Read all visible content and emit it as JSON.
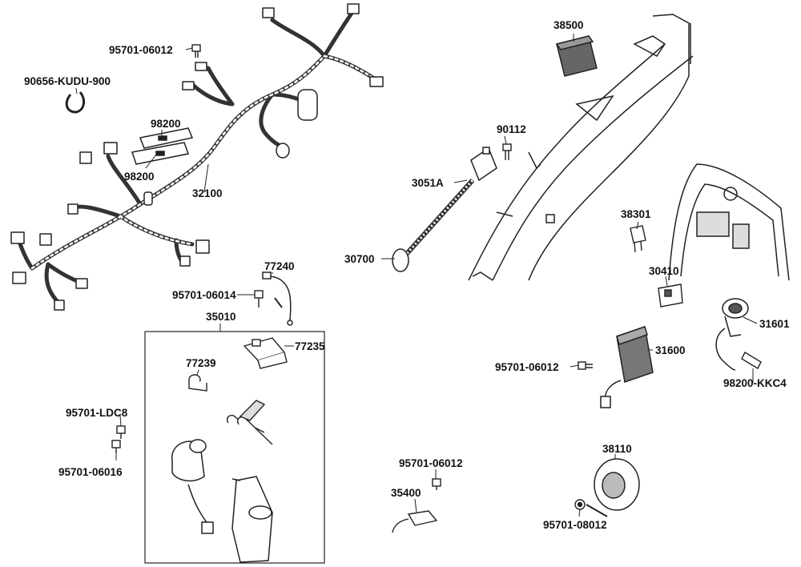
{
  "diagram": {
    "part_labels": [
      {
        "id": "p38500",
        "text": "38500"
      },
      {
        "id": "p95701_06012_a",
        "text": "95701-06012"
      },
      {
        "id": "p90656",
        "text": "90656-KUDU-900"
      },
      {
        "id": "p98200_a",
        "text": "98200"
      },
      {
        "id": "p98200_b",
        "text": "98200"
      },
      {
        "id": "p32100",
        "text": "32100"
      },
      {
        "id": "p90112",
        "text": "90112"
      },
      {
        "id": "p3051A",
        "text": "3051A"
      },
      {
        "id": "p30700",
        "text": "30700"
      },
      {
        "id": "p38301",
        "text": "38301"
      },
      {
        "id": "p30410",
        "text": "30410"
      },
      {
        "id": "p77240",
        "text": "77240"
      },
      {
        "id": "p95701_06014",
        "text": "95701-06014"
      },
      {
        "id": "p35010",
        "text": "35010"
      },
      {
        "id": "p77235",
        "text": "77235"
      },
      {
        "id": "p77239",
        "text": "77239"
      },
      {
        "id": "p31601",
        "text": "31601"
      },
      {
        "id": "p95701_06012_b",
        "text": "95701-06012"
      },
      {
        "id": "p31600",
        "text": "31600"
      },
      {
        "id": "p98200_kkc4",
        "text": "98200-KKC4"
      },
      {
        "id": "p95701_ldc8",
        "text": "95701-LDC8"
      },
      {
        "id": "p95701_06016",
        "text": "95701-06016"
      },
      {
        "id": "p95701_06012_c",
        "text": "95701-06012"
      },
      {
        "id": "p35400",
        "text": "35400"
      },
      {
        "id": "p38110",
        "text": "38110"
      },
      {
        "id": "p95701_08012",
        "text": "95701-08012"
      }
    ]
  }
}
